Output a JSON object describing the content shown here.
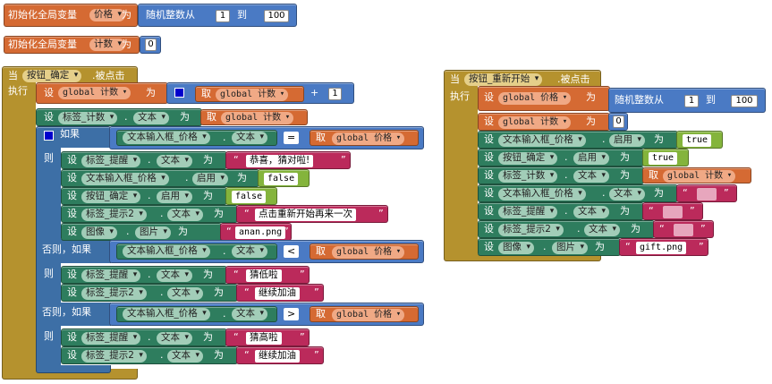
{
  "globals": [
    {
      "init_label": "初始化全局变量",
      "name": "价格",
      "as": "为",
      "rand_label": "随机整数从",
      "from": "1",
      "to_label": "到",
      "to": "100"
    },
    {
      "init_label": "初始化全局变量",
      "name": "计数",
      "as": "为",
      "value": "0"
    }
  ],
  "kw": {
    "when": "当",
    "clicked": ".被点击",
    "do": "执行",
    "set": "设",
    "to": "为",
    "get": "取",
    "if": "如果",
    "then": "则",
    "elseif": "否则，如果",
    "dot": "."
  },
  "left_event": {
    "component": "按钮_确定",
    "s1": {
      "var": "global 计数",
      "getvar": "global 计数",
      "op": "+",
      "n": "1"
    },
    "s2": {
      "comp": "标签_计数",
      "prop": "文本",
      "getvar": "global 计数"
    },
    "if1": {
      "comp": "文本输入框_价格",
      "prop": "文本",
      "op": "=",
      "getvar": "global 价格"
    },
    "then1": [
      {
        "comp": "标签_提醒",
        "prop": "文本",
        "val": "恭喜，猜对啦!"
      },
      {
        "comp": "文本输入框_价格",
        "prop": "启用",
        "val": "false"
      },
      {
        "comp": "按钮_确定",
        "prop": "启用",
        "val": "false"
      },
      {
        "comp": "标签_提示2",
        "prop": "文本",
        "val": "点击重新开始再来一次"
      },
      {
        "comp": "图像",
        "prop": "图片",
        "val": "anan.png"
      }
    ],
    "if2": {
      "comp": "文本输入框_价格",
      "prop": "文本",
      "op": "<",
      "getvar": "global 价格"
    },
    "then2": [
      {
        "comp": "标签_提醒",
        "prop": "文本",
        "val": "猜低啦"
      },
      {
        "comp": "标签_提示2",
        "prop": "文本",
        "val": "继续加油"
      }
    ],
    "if3": {
      "comp": "文本输入框_价格",
      "prop": "文本",
      "op": ">",
      "getvar": "global 价格"
    },
    "then3": [
      {
        "comp": "标签_提醒",
        "prop": "文本",
        "val": "猜高啦"
      },
      {
        "comp": "标签_提示2",
        "prop": "文本",
        "val": "继续加油"
      }
    ]
  },
  "right_event": {
    "component": "按钮_重新开始",
    "r1": {
      "var": "global 价格",
      "rand_label": "随机整数从",
      "from": "1",
      "to_label": "到",
      "to": "100"
    },
    "r2": {
      "var": "global 计数",
      "val": "0"
    },
    "r3": {
      "comp": "文本输入框_价格",
      "prop": "启用",
      "val": "true"
    },
    "r4": {
      "comp": "按钮_确定",
      "prop": "启用",
      "val": "true"
    },
    "r5": {
      "comp": "标签_计数",
      "prop": "文本",
      "getvar": "global 计数"
    },
    "r6": {
      "comp": "文本输入框_价格",
      "prop": "文本",
      "val": ""
    },
    "r7": {
      "comp": "标签_提醒",
      "prop": "文本",
      "val": ""
    },
    "r8": {
      "comp": "标签_提示2",
      "prop": "文本",
      "val": ""
    },
    "r9": {
      "comp": "图像",
      "prop": "图片",
      "val": "gift.png"
    }
  },
  "colors": {
    "variable": "#d56a33",
    "math": "#4a7ac4",
    "component": "#2e7d5e",
    "event": "#b5922e",
    "text": "#bb2a5b",
    "logic": "#84b43c",
    "control": "#3d6fa6"
  }
}
